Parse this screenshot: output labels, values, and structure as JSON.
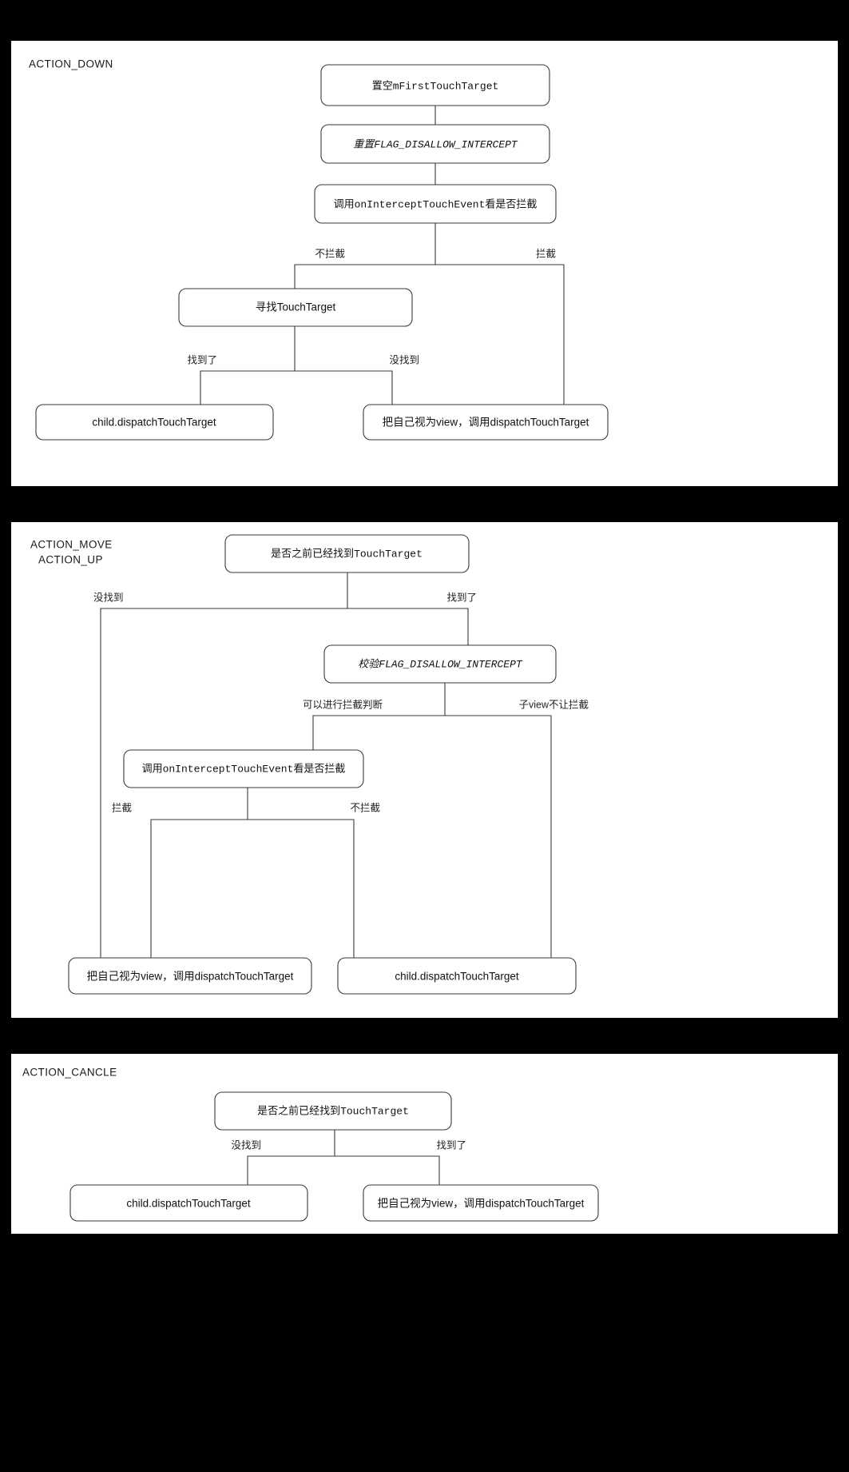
{
  "document": {
    "kind": "flowchart-diagram",
    "background_color": "#000000",
    "panel_background": "#ffffff",
    "stroke_color": "#3a3a3a",
    "text_color": "#111111"
  },
  "panels": [
    {
      "id": "action-down",
      "title": "ACTION_DOWN",
      "nodes": [
        {
          "id": "p1n1",
          "label": "置空mFirstTouchTarget",
          "style": "mono"
        },
        {
          "id": "p1n2",
          "label": "重置FLAG_DISALLOW_INTERCEPT",
          "style": "mono-i"
        },
        {
          "id": "p1n3",
          "label": "调用onInterceptTouchEvent看是否拦截",
          "style": "mono"
        },
        {
          "id": "p1n4",
          "label": "寻找TouchTarget",
          "style": "sans"
        },
        {
          "id": "p1n5",
          "label": "child.dispatchTouchTarget",
          "style": "sans"
        },
        {
          "id": "p1n6",
          "label": "把自己视为view，调用dispatchTouchTarget",
          "style": "sans"
        }
      ],
      "edge_labels": [
        {
          "id": "p1e1",
          "text": "不拦截"
        },
        {
          "id": "p1e2",
          "text": "拦截"
        },
        {
          "id": "p1e3",
          "text": "找到了"
        },
        {
          "id": "p1e4",
          "text": "没找到"
        }
      ]
    },
    {
      "id": "action-move-up",
      "title_line1": "ACTION_MOVE",
      "title_line2": "ACTION_UP",
      "nodes": [
        {
          "id": "p2n1",
          "label": "是否之前已经找到TouchTarget",
          "style": "mono"
        },
        {
          "id": "p2n2",
          "label": "校验FLAG_DISALLOW_INTERCEPT",
          "style": "mono-i"
        },
        {
          "id": "p2n3",
          "label": "调用onInterceptTouchEvent看是否拦截",
          "style": "mono"
        },
        {
          "id": "p2n4",
          "label": "把自己视为view，调用dispatchTouchTarget",
          "style": "sans"
        },
        {
          "id": "p2n5",
          "label": "child.dispatchTouchTarget",
          "style": "sans"
        }
      ],
      "edge_labels": [
        {
          "id": "p2e1",
          "text": "没找到"
        },
        {
          "id": "p2e2",
          "text": "找到了"
        },
        {
          "id": "p2e3",
          "text": "可以进行拦截判断"
        },
        {
          "id": "p2e4",
          "text": "子view不让拦截"
        },
        {
          "id": "p2e5",
          "text": "拦截"
        },
        {
          "id": "p2e6",
          "text": "不拦截"
        }
      ]
    },
    {
      "id": "action-cancle",
      "title": "ACTION_CANCLE",
      "nodes": [
        {
          "id": "p3n1",
          "label": "是否之前已经找到TouchTarget",
          "style": "mono"
        },
        {
          "id": "p3n2",
          "label": "child.dispatchTouchTarget",
          "style": "sans"
        },
        {
          "id": "p3n3",
          "label": "把自己视为view，调用dispatchTouchTarget",
          "style": "sans"
        }
      ],
      "edge_labels": [
        {
          "id": "p3e1",
          "text": "没找到"
        },
        {
          "id": "p3e2",
          "text": "找到了"
        }
      ]
    }
  ]
}
